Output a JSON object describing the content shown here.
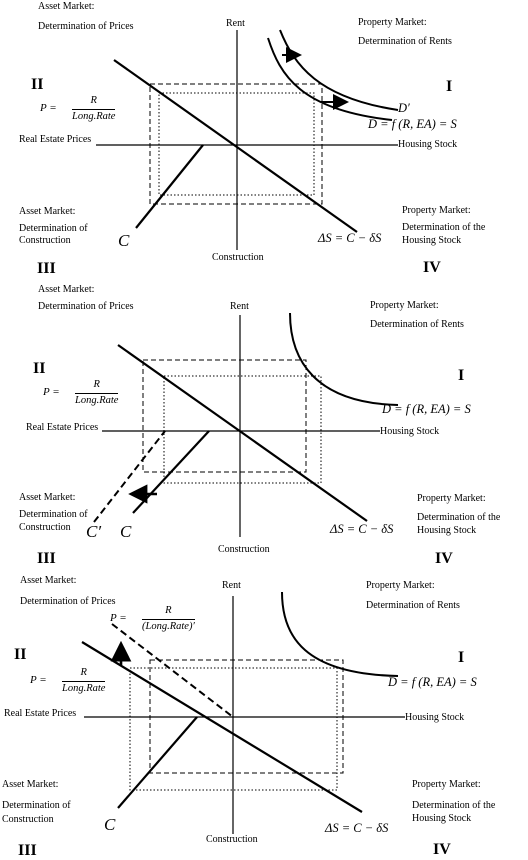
{
  "panel1": {
    "asset_market_label": "Asset Market:",
    "asset_sub_label": "Determination of Prices",
    "rent_label": "Rent",
    "property_market_label": "Property Market:",
    "property_sub_label": "Determination of Rents",
    "roman_2": "II",
    "roman_1": "I",
    "roman_3": "III",
    "roman_4": "IV",
    "price_lhs": "P =",
    "price_num": "R",
    "price_den": "Long.Rate",
    "d_prime_label": "D′",
    "demand_eq": "D = f (R, EA) = S",
    "real_estate_prices": "Real Estate Prices",
    "housing_stock": "Housing Stock",
    "asset_market_3": "Asset Market:",
    "asset_sub_3a": "Determination of",
    "asset_sub_3b": "Construction",
    "c_label": "C",
    "delta_eq": "ΔS = C − δS",
    "property_market_4": "Property Market:",
    "property_sub_4a": "Determination of the",
    "property_sub_4b": "Housing Stock",
    "construction_label": "Construction"
  },
  "panel2": {
    "asset_market_label": "Asset Market:",
    "asset_sub_label": "Determination of Prices",
    "rent_label": "Rent",
    "property_market_label": "Property Market:",
    "property_sub_label": "Determination of Rents",
    "roman_2": "II",
    "roman_1": "I",
    "roman_3": "III",
    "roman_4": "IV",
    "price_lhs": "P =",
    "price_num": "R",
    "price_den": "Long.Rate",
    "demand_eq": "D = f (R, EA) = S",
    "real_estate_prices": "Real Estate Prices",
    "housing_stock": "Housing Stock",
    "asset_market_3": "Asset Market:",
    "asset_sub_3a": "Determination of",
    "asset_sub_3b": "Construction",
    "c_prime_label": "C′",
    "c_label": "C",
    "delta_eq": "ΔS = C − δS",
    "property_market_4": "Property Market:",
    "property_sub_4a": "Determination of the",
    "property_sub_4b": "Housing Stock",
    "construction_label": "Construction"
  },
  "panel3": {
    "asset_market_label": "Asset Market:",
    "asset_sub_label": "Determination of Prices",
    "rent_label": "Rent",
    "property_market_label": "Property Market:",
    "property_sub_label": "Determination of Rents",
    "roman_2": "II",
    "roman_1": "I",
    "roman_3": "III",
    "roman_4": "IV",
    "price_lhs": "P =",
    "price_num": "R",
    "price_den": "Long.Rate",
    "price2_lhs": "P =",
    "price2_num": "R",
    "price2_den": "(Long.Rate)′",
    "demand_eq": "D = f (R, EA) = S",
    "real_estate_prices": "Real Estate Prices",
    "housing_stock": "Housing Stock",
    "asset_market_3": "Asset Market:",
    "asset_sub_3a": "Determination of",
    "asset_sub_3b": "Construction",
    "c_label": "C",
    "delta_eq": "ΔS = C − δS",
    "property_market_4": "Property Market:",
    "property_sub_4a": "Determination of the",
    "property_sub_4b": "Housing Stock",
    "construction_label": "Construction"
  }
}
